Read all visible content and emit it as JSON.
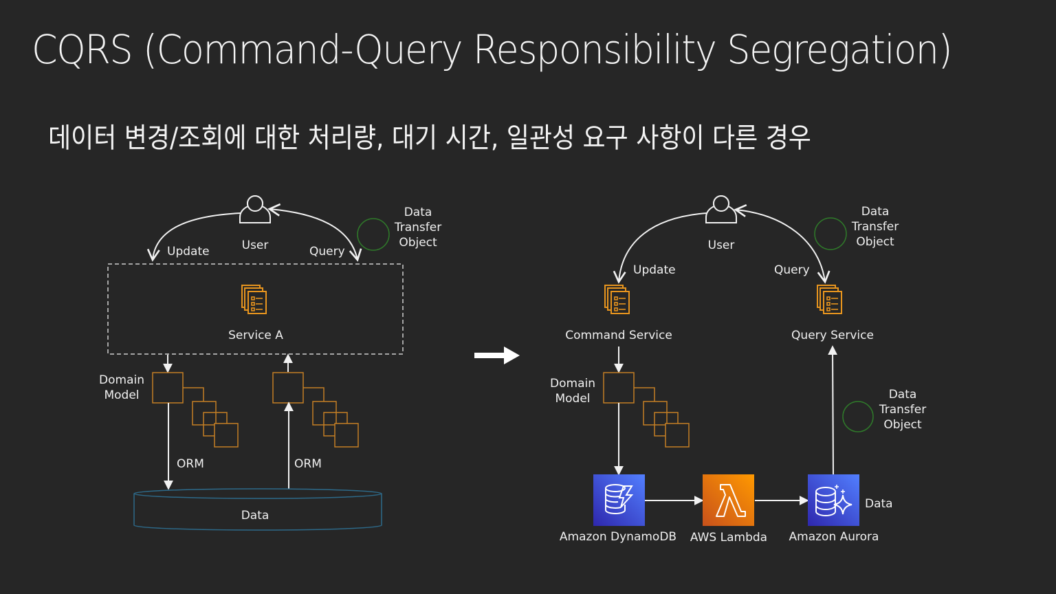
{
  "title": "CQRS (Command-Query Responsibility Segregation)",
  "subtitle": "데이터 변경/조회에 대한 처리량, 대기 시간, 일관성 요구 사항이 다른 경우",
  "colors": {
    "background": "#262626",
    "text": "#f2f2f2",
    "service_icon": "#e8951e",
    "domain_model": "#c47f25",
    "dto_circle": "#2f7a2a",
    "data_store_outline": "#2d6a8a",
    "dynamodb": "#3b48cc",
    "lambda": "#e8700f",
    "aurora": "#3b48cc"
  },
  "left": {
    "user_label": "User",
    "update_label": "Update",
    "query_label": "Query",
    "dto_label": [
      "Data",
      "Transfer",
      "Object"
    ],
    "service_label": "Service A",
    "domain_model_label": [
      "Domain",
      "Model"
    ],
    "orm_left_label": "ORM",
    "orm_right_label": "ORM",
    "data_label": "Data"
  },
  "transition_arrow": "right-arrow",
  "right": {
    "user_label": "User",
    "update_label": "Update",
    "query_label": "Query",
    "dto_top_label": [
      "Data",
      "Transfer",
      "Object"
    ],
    "command_service_label": "Command Service",
    "query_service_label": "Query Service",
    "domain_model_label": [
      "Domain",
      "Model"
    ],
    "dto_side_label": [
      "Data",
      "Transfer",
      "Object"
    ],
    "dynamodb_label": "Amazon DynamoDB",
    "lambda_label": "AWS Lambda",
    "aurora_label": "Amazon Aurora",
    "aurora_data_label": "Data"
  }
}
